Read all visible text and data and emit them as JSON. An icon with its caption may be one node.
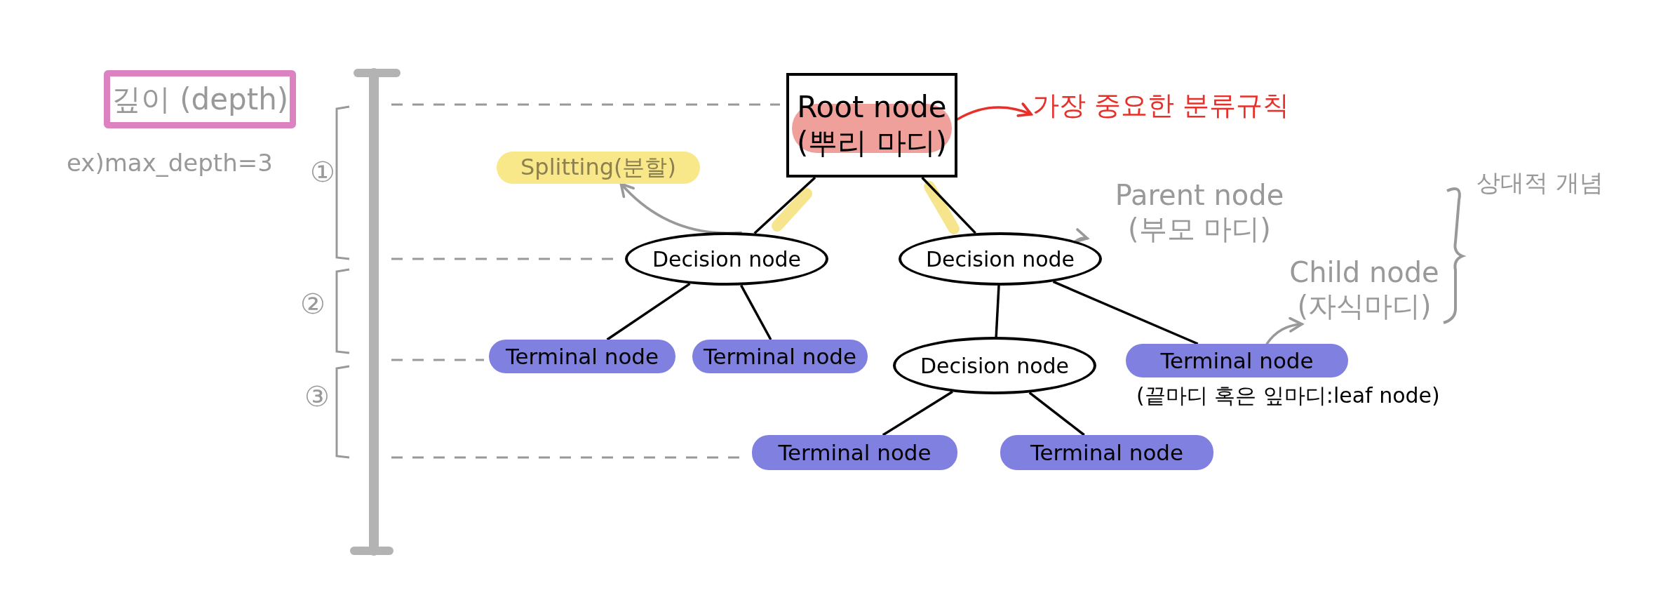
{
  "diagram": {
    "nodes": [
      {
        "text": [
          "깊이 (depth)"
        ]
      },
      {
        "text": [
          "Root node",
          "(뿌리 마디)"
        ]
      },
      {
        "text": [
          "가장 중요한 분류규칙"
        ]
      },
      {
        "text": [
          "Splitting(분할)"
        ]
      },
      {
        "text": [
          "Parent node",
          "(부모 마디)"
        ]
      },
      {
        "text": [
          "Decision node"
        ]
      },
      {
        "text": [
          "Decision node"
        ]
      },
      {
        "text": [
          "Child node",
          "(자식마디)"
        ]
      },
      {
        "text": [
          "Terminal node"
        ]
      },
      {
        "text": [
          "Terminal node"
        ]
      },
      {
        "text": [
          "Decision node"
        ]
      },
      {
        "text": [
          "Terminal node"
        ],
        "beside": [
          "(끝마디 혹은 잎마디:leaf node)"
        ]
      },
      {
        "text": [
          "Terminal node"
        ]
      },
      {
        "text": [
          "Terminal node"
        ]
      }
    ],
    "edges": [
      {
        "from": 1,
        "to": 5,
        "arrow": "none"
      },
      {
        "from": 1,
        "to": 6,
        "arrow": "none"
      },
      {
        "from": 5,
        "to": 8,
        "arrow": "none"
      },
      {
        "from": 5,
        "to": 9,
        "arrow": "none"
      },
      {
        "from": 6,
        "to": 10,
        "arrow": "none"
      },
      {
        "from": 6,
        "to": 11,
        "arrow": "none"
      },
      {
        "from": 10,
        "to": 12,
        "arrow": "none"
      },
      {
        "from": 10,
        "to": 13,
        "arrow": "none"
      },
      {
        "from": 5,
        "to": 3,
        "arrow": "to",
        "color": "#999999"
      },
      {
        "from": 1,
        "to": 2,
        "arrow": "to",
        "color": "#e8302a"
      },
      {
        "from": 6,
        "to": 4,
        "arrow": "to",
        "color": "#999999"
      },
      {
        "from": 11,
        "to": 7,
        "arrow": "to",
        "color": "#999999"
      }
    ],
    "labels": [
      "ex)max_depth=3",
      "①",
      "②",
      "③",
      "상대적 개념"
    ]
  }
}
